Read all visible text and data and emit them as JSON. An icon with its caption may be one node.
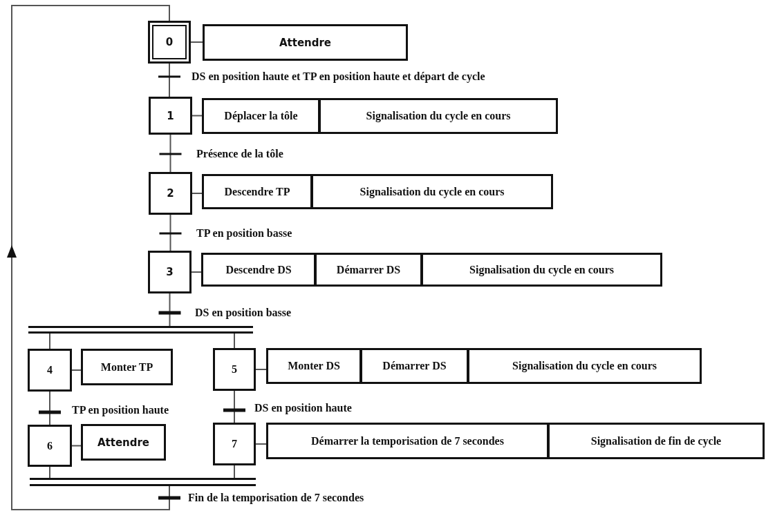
{
  "diagram": {
    "nodes": [
      {
        "text": [
          "0"
        ]
      },
      {
        "text": [
          "Attendre"
        ]
      },
      {
        "text": [
          "1"
        ]
      },
      {
        "text": [
          "Déplacer la tôle"
        ]
      },
      {
        "text": [
          "Signalisation du cycle en cours"
        ]
      },
      {
        "text": [
          "2"
        ]
      },
      {
        "text": [
          "Descendre TP"
        ]
      },
      {
        "text": [
          "Signalisation du cycle en cours"
        ]
      },
      {
        "text": [
          "3"
        ]
      },
      {
        "text": [
          "Descendre DS"
        ]
      },
      {
        "text": [
          "Démarrer DS"
        ]
      },
      {
        "text": [
          "Signalisation du cycle en cours"
        ]
      },
      {
        "text": [],
        "shape": "bar"
      },
      {
        "text": [
          "4"
        ]
      },
      {
        "text": [
          "Monter TP"
        ]
      },
      {
        "text": [
          "5"
        ]
      },
      {
        "text": [
          "Monter DS"
        ]
      },
      {
        "text": [
          "Démarrer DS"
        ]
      },
      {
        "text": [
          "Signalisation du cycle en cours"
        ]
      },
      {
        "text": [
          "6"
        ]
      },
      {
        "text": [
          "Attendre"
        ]
      },
      {
        "text": [
          "7"
        ]
      },
      {
        "text": [
          "Démarrer la temporisation de 7 secondes"
        ]
      },
      {
        "text": [
          "Signalisation de fin de cycle"
        ]
      },
      {
        "text": [],
        "shape": "bar"
      }
    ],
    "edges": [
      {
        "from": 0,
        "to": 2,
        "arrow": "none",
        "label": "DS en position haute et TP en position haute et départ de cycle"
      },
      {
        "from": 2,
        "to": 5,
        "arrow": "none",
        "label": "Présence de la tôle"
      },
      {
        "from": 5,
        "to": 8,
        "arrow": "none",
        "label": "TP en position basse"
      },
      {
        "from": 8,
        "to": 12,
        "arrow": "none",
        "label": "DS en position basse"
      },
      {
        "from": 12,
        "to": 13,
        "arrow": "none"
      },
      {
        "from": 12,
        "to": 15,
        "arrow": "none"
      },
      {
        "from": 13,
        "to": 19,
        "arrow": "none",
        "label": "TP en position haute"
      },
      {
        "from": 15,
        "to": 21,
        "arrow": "none",
        "label": "DS en position haute"
      },
      {
        "from": 19,
        "to": 24,
        "arrow": "none"
      },
      {
        "from": 21,
        "to": 24,
        "arrow": "none"
      },
      {
        "from": 24,
        "to": 0,
        "arrow": "to",
        "label": "Fin de la temporisation de 7 secondes"
      },
      {
        "from": 0,
        "to": 1,
        "arrow": "none"
      },
      {
        "from": 2,
        "to": 3,
        "arrow": "none"
      },
      {
        "from": 5,
        "to": 6,
        "arrow": "none"
      },
      {
        "from": 8,
        "to": 9,
        "arrow": "none"
      },
      {
        "from": 13,
        "to": 14,
        "arrow": "none"
      },
      {
        "from": 15,
        "to": 16,
        "arrow": "none"
      },
      {
        "from": 19,
        "to": 20,
        "arrow": "none"
      },
      {
        "from": 21,
        "to": 22,
        "arrow": "none"
      }
    ]
  }
}
